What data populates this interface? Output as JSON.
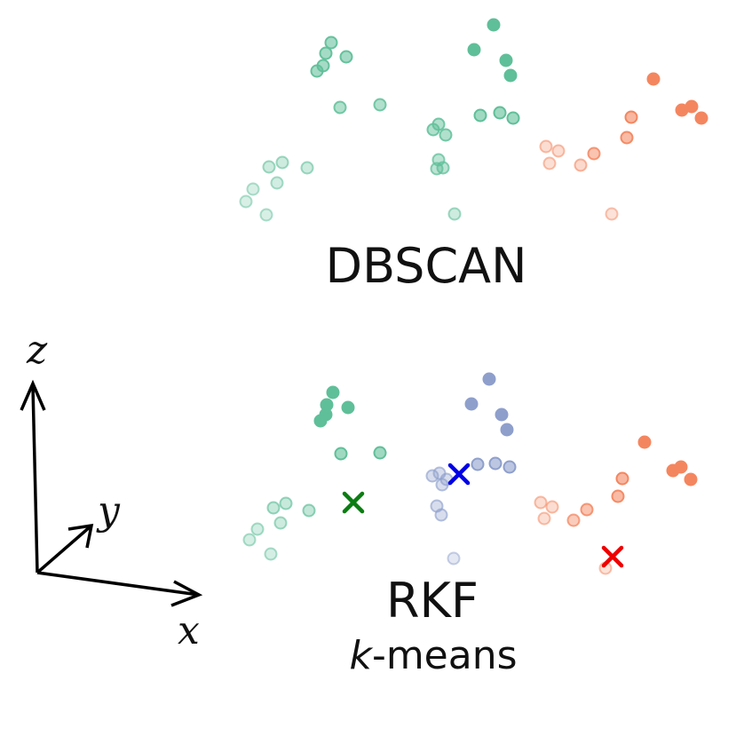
{
  "panels": {
    "dbscan": {
      "label": "DBSCAN"
    },
    "rkf": {
      "label_line1": "RKF",
      "label_italic": "k",
      "label_rest": "-means"
    }
  },
  "axes": {
    "x": "x",
    "y": "y",
    "z": "z"
  },
  "colors": {
    "green": "#5fbf99",
    "blue": "#8e9fcc",
    "orange": "#f4865f",
    "centroid_green": "#0a7d12",
    "centroid_blue": "#0000e6",
    "centroid_red": "#ee0000",
    "axis": "#000000"
  }
}
